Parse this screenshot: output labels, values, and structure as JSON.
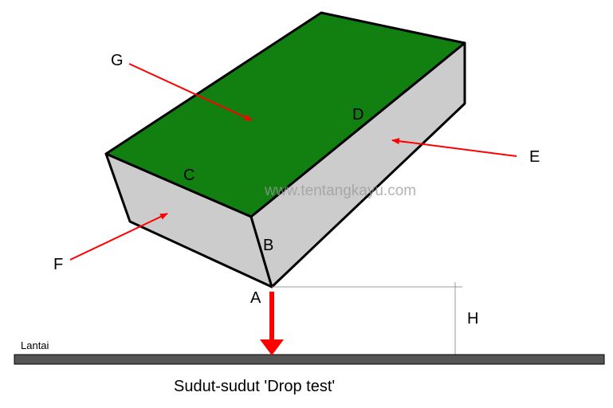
{
  "labels": {
    "a": "A",
    "b": "B",
    "c": "C",
    "d": "D",
    "e": "E",
    "f": "F",
    "g": "G",
    "h": "H"
  },
  "floor_label": "Lantai",
  "caption": "Sudut-sudut 'Drop test'",
  "watermark": "www.tentangkayu.com",
  "colors": {
    "top_face": "#118011",
    "side_face": "#cccccc",
    "outline": "#000000",
    "arrow": "#ff0000",
    "floor": "#555555",
    "guide": "#999999"
  }
}
